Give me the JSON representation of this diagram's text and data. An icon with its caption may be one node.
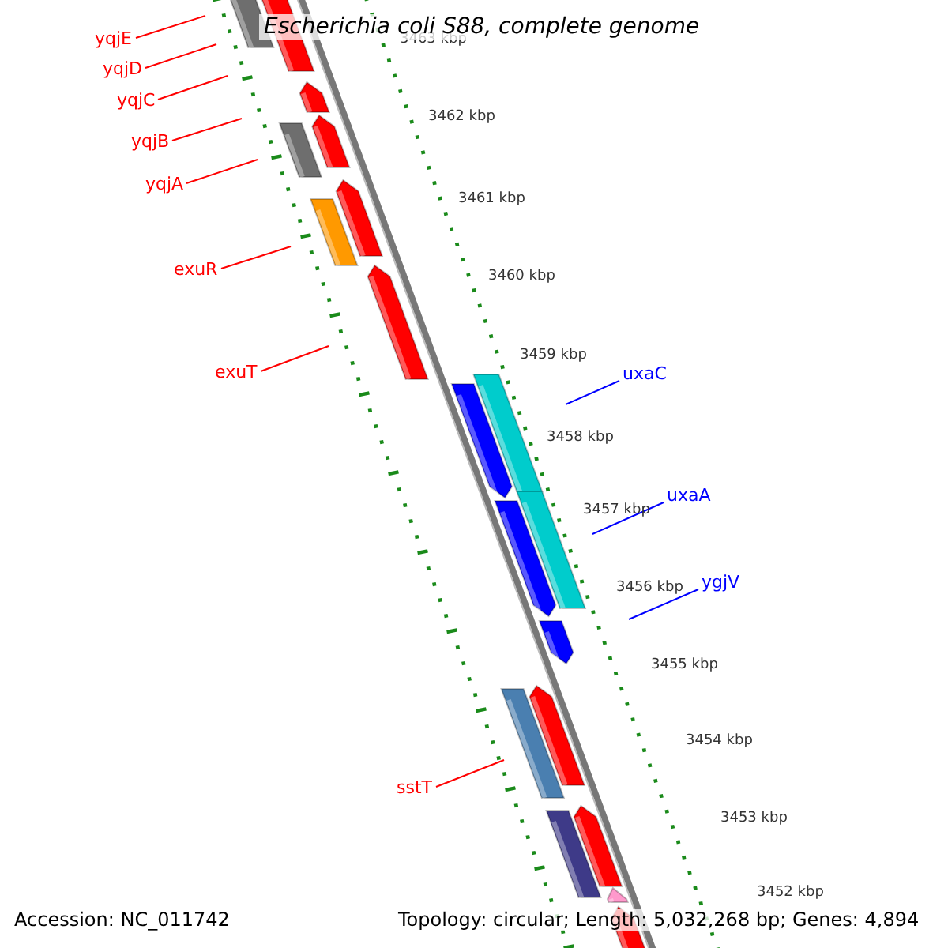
{
  "diagram": {
    "title": "Escherichia coli S88, complete genome",
    "nodes": [
      {
        "text": [
          "yqjE"
        ]
      },
      {
        "text": [
          "yqjD"
        ]
      },
      {
        "text": [
          "yqjC"
        ]
      },
      {
        "text": [
          "yqjB"
        ]
      },
      {
        "text": [
          "yqjA"
        ]
      },
      {
        "text": [
          "exuR"
        ]
      },
      {
        "text": [
          "exuT"
        ]
      },
      {
        "text": [
          "uxaC"
        ]
      },
      {
        "text": [
          "uxaA"
        ]
      },
      {
        "text": [
          "ygjV"
        ]
      },
      {
        "text": [
          "sstT"
        ]
      }
    ],
    "edges": [
      {
        "from": 0,
        "to": null,
        "arrow": "none"
      },
      {
        "from": 1,
        "to": null,
        "arrow": "none"
      },
      {
        "from": 2,
        "to": null,
        "arrow": "none"
      },
      {
        "from": 3,
        "to": null,
        "arrow": "none"
      },
      {
        "from": 4,
        "to": null,
        "arrow": "none"
      },
      {
        "from": 5,
        "to": null,
        "arrow": "none"
      },
      {
        "from": 6,
        "to": null,
        "arrow": "none"
      },
      {
        "from": 7,
        "to": null,
        "arrow": "none",
        "color": "#0000ff"
      },
      {
        "from": 8,
        "to": null,
        "arrow": "none",
        "color": "#0000ff"
      },
      {
        "from": 9,
        "to": null,
        "arrow": "none",
        "color": "#0000ff"
      },
      {
        "from": 10,
        "to": null,
        "arrow": "none"
      }
    ],
    "labels": [
      "3463 kbp",
      "3462 kbp",
      "3461 kbp",
      "3460 kbp",
      "3459 kbp",
      "3458 kbp",
      "3457 kbp",
      "3456 kbp",
      "3455 kbp",
      "3454 kbp",
      "3453 kbp",
      "3452 kbp",
      "Accession: NC_011742",
      "Topology: circular; Length: 5,032,268 bp; Genes: 4,894"
    ]
  }
}
